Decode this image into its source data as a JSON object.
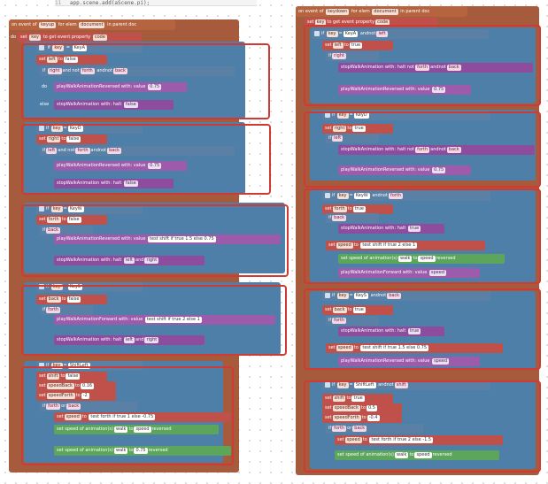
{
  "code_line": {
    "num": "11",
    "text": "app.scene.add(aScene.pi);"
  },
  "keyword": {
    "on_event": "on event of",
    "for_elem": "for elem",
    "in_parent": "in parent doc",
    "do": "do",
    "if": "if",
    "else": "else",
    "set": "set",
    "to": "to",
    "not": "not",
    "and": "and",
    "or": "or",
    "with_value": "with: value",
    "with_halt": "with: halt",
    "test": "test",
    "if_true": "if true",
    "else_v": "else",
    "reversed": "reversed",
    "get_event_property": "get event property",
    "set_speed": "set speed of animation(s)",
    "eq": "="
  },
  "left_event": {
    "event": "keyup",
    "elem": "document",
    "key_var": "key",
    "prop": "code"
  },
  "right_event": {
    "event": "keydown",
    "elem": "document",
    "key_var": "key",
    "prop": "code"
  },
  "functions": {
    "reversed": "playWalkAnimationReversed",
    "stop": "stopWalkAnimation",
    "forward": "playWalkAnimationForward"
  },
  "vars": {
    "left": "left",
    "right": "right",
    "forth": "forth",
    "back": "back",
    "shift": "shift",
    "speedBack": "speedBack",
    "speedForth": "speedForth",
    "speed": "speed",
    "walk": "walk"
  },
  "bool": {
    "true": "true",
    "false": "false"
  },
  "keys": {
    "a": "KeyA",
    "d": "KeyD",
    "w": "KeyW",
    "s": "KeyS",
    "shift": "ShiftLeft"
  },
  "nums": {
    "n075": "0.75",
    "n15": "1.5",
    "n2": "2",
    "n1": "1",
    "n016": "0.16",
    "nm2": "-2",
    "nm075": "-0.75",
    "nm05": "-0.5",
    "n05": "0.5",
    "nm15": "-1.5",
    "nm04": "-0.4"
  }
}
